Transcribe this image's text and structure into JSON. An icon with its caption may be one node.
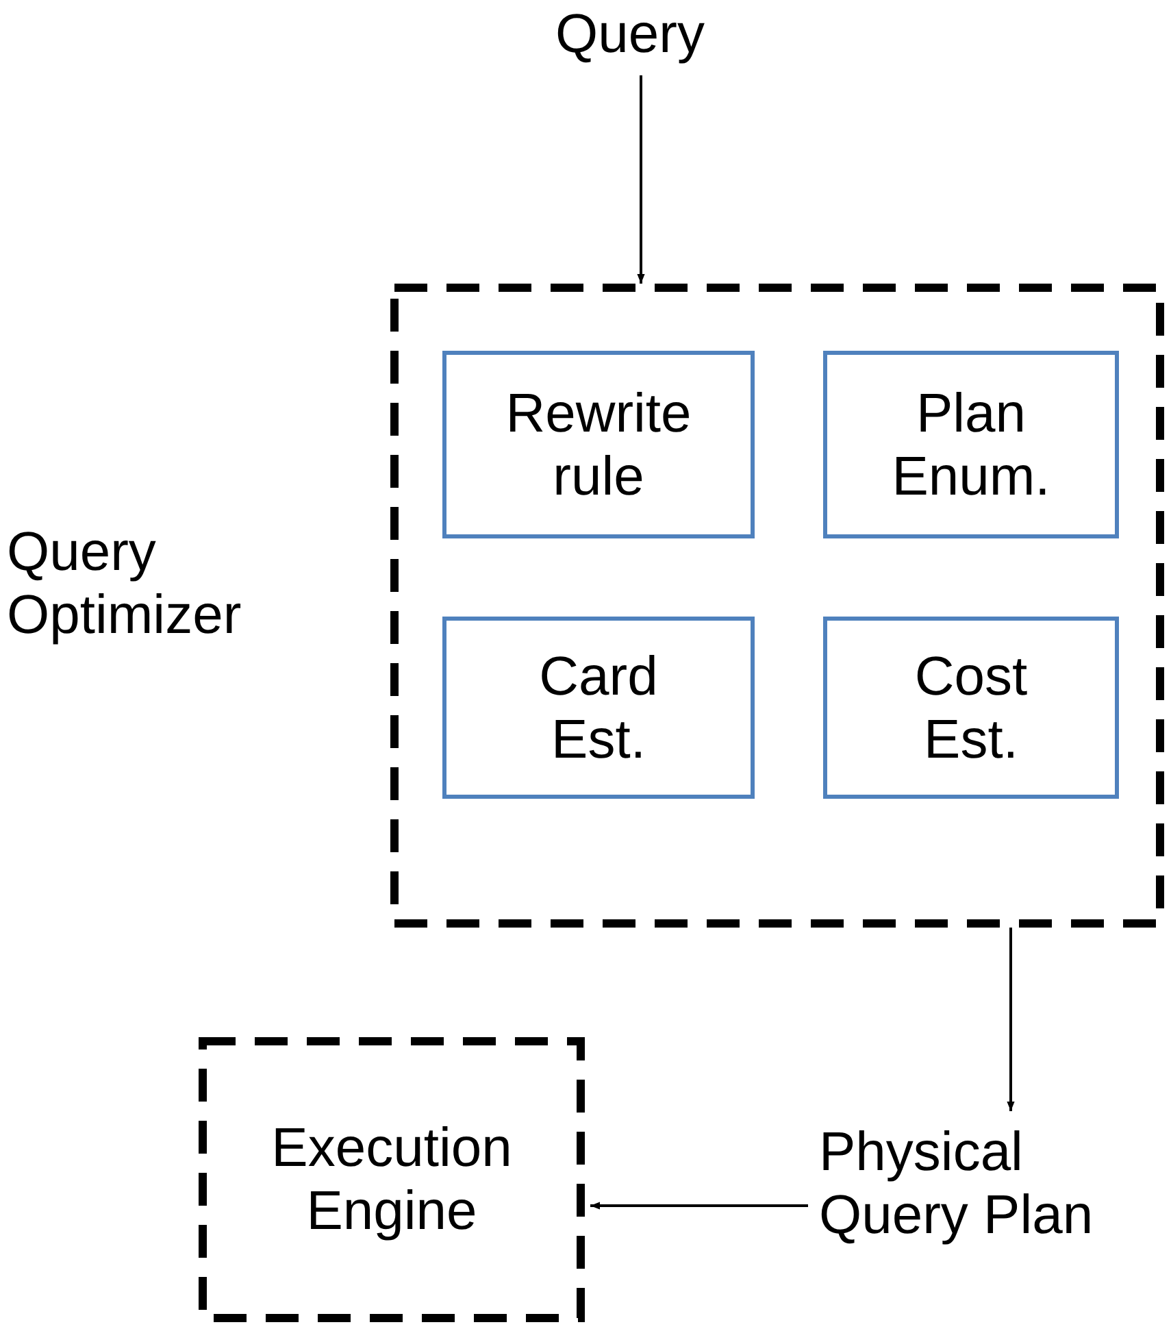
{
  "diagram": {
    "nodes": [
      {
        "text": [
          "Query"
        ]
      },
      {
        "text": [
          "Query Optimizer"
        ]
      },
      {
        "text": [
          "Rewrite rule"
        ],
        "in": 1
      },
      {
        "text": [
          "Plan Enum."
        ],
        "in": 1
      },
      {
        "text": [
          "Card Est."
        ],
        "in": 1
      },
      {
        "text": [
          "Cost Est."
        ],
        "in": 1
      },
      {
        "text": [
          "Physical Query Plan"
        ]
      },
      {
        "text": [
          "Execution Engine"
        ]
      }
    ],
    "edges": [
      {
        "from": 0,
        "to": 1,
        "arrow": "to"
      },
      {
        "from": 1,
        "to": 6,
        "arrow": "to"
      },
      {
        "from": 6,
        "to": 7,
        "arrow": "to"
      }
    ]
  }
}
